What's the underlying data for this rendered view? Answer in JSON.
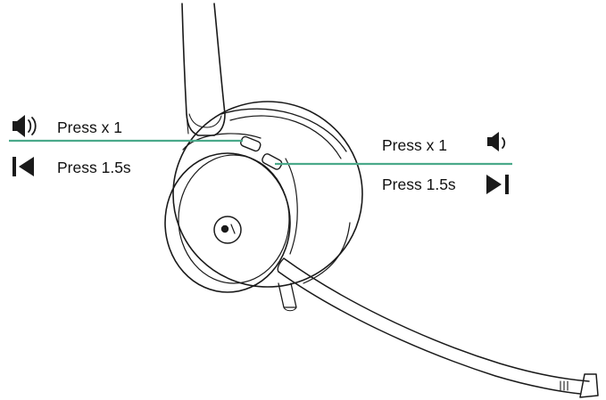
{
  "callouts": {
    "left": {
      "volume_up_label": "Press x 1",
      "previous_track_label": "Press 1.5s",
      "volume_up_icon": "volume-up-icon",
      "previous_track_icon": "previous-track-icon"
    },
    "right": {
      "volume_down_label": "Press x 1",
      "next_track_label": "Press 1.5s",
      "volume_down_icon": "volume-down-icon",
      "next_track_icon": "next-track-icon"
    }
  },
  "colors": {
    "leader_line": "#4aa98a",
    "ink": "#1a1a1a"
  }
}
